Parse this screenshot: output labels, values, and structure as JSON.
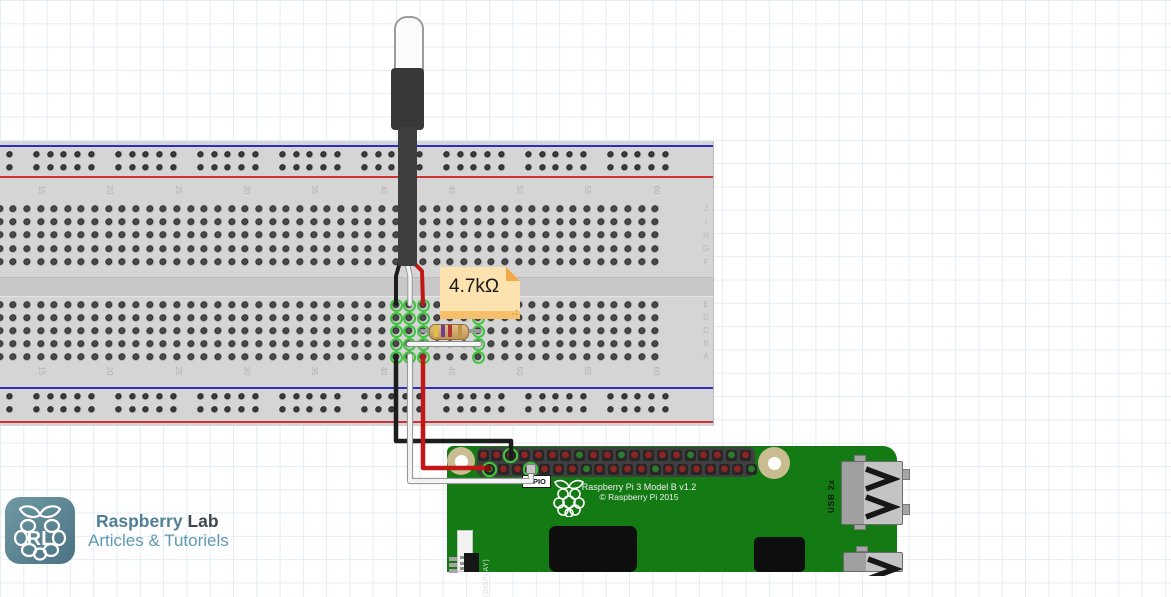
{
  "canvas": {
    "grid_color": "#e4edf4",
    "background": "#ffffff"
  },
  "sensor_probe": {
    "cap_color": "#fbfbfb",
    "body_color": "#383838",
    "cable_color": "#3e3e3e"
  },
  "annotation_note": {
    "label": "4.7kΩ",
    "body_color": "#fbe2ae",
    "fold_color": "#f2a843",
    "strip_color": "#f6bf6b",
    "dot_color": "#d9a85c"
  },
  "breadboard": {
    "body_color": "#d5d5d5",
    "channel_color": "#c8c8c8",
    "rail_line_blue": "#2d2dc0",
    "rail_line_red": "#cf3232",
    "highlight_color": "#3fc43f",
    "column_numbers": [
      "15",
      "20",
      "25",
      "30",
      "35",
      "40",
      "45",
      "50",
      "55",
      "60"
    ],
    "row_letters_top": [
      "J",
      "I",
      "H",
      "G",
      "F"
    ],
    "row_letters_bottom": [
      "E",
      "D",
      "C",
      "B",
      "A"
    ],
    "highlighted_columns": [
      41,
      42,
      43,
      47
    ]
  },
  "resistor": {
    "value": "4.7kΩ",
    "body_color": "#d1a868",
    "lead_color": "#9a9a9a",
    "band_colors": [
      "#e3bf3f",
      "#6d3e91",
      "#b03434",
      "#bd9543"
    ]
  },
  "jumper_wire": {
    "color": "#f4f4f4"
  },
  "hookup_wires": {
    "black": "#1d1d1d",
    "red": "#c21717",
    "red_cap": "#7e1010",
    "white_fill": "#f3f3f3",
    "white_outline": "#9a9a9a"
  },
  "raspberry_pi": {
    "board_color": "#147a14",
    "title": "Raspberry Pi 3 Model B v1.2",
    "copyright": "© Raspberry Pi 2015",
    "gpio_label": "GPIO",
    "usb_label": "USB 2x",
    "display_label": "(DISPLAY)",
    "pin_red": "#8e2424",
    "pin_green": "#2e7b2e",
    "pins_top": [
      "red",
      "red",
      "red",
      "red",
      "red",
      "red",
      "red",
      "green",
      "red",
      "red",
      "green",
      "red",
      "red",
      "red",
      "red",
      "green",
      "red",
      "red",
      "green",
      "red"
    ],
    "pins_bottom": [
      "green",
      "red",
      "red",
      "green",
      "red",
      "red",
      "red",
      "green",
      "red",
      "red",
      "red",
      "red",
      "green",
      "red",
      "red",
      "red",
      "red",
      "red",
      "red",
      "green"
    ],
    "connected_pins_top": [
      3
    ],
    "connected_pins_bottom": [
      1,
      4
    ]
  },
  "brand": {
    "monogram": "RL",
    "name_primary": "Raspberry",
    "name_secondary": " Lab",
    "tagline": "Articles & Tutoriels",
    "icon_gradient_start": "#6f9aa4",
    "icon_gradient_end": "#4b7183",
    "name_primary_color": "#4f7f97",
    "name_secondary_color": "#3f464d",
    "tagline_color": "#5e99b0"
  }
}
